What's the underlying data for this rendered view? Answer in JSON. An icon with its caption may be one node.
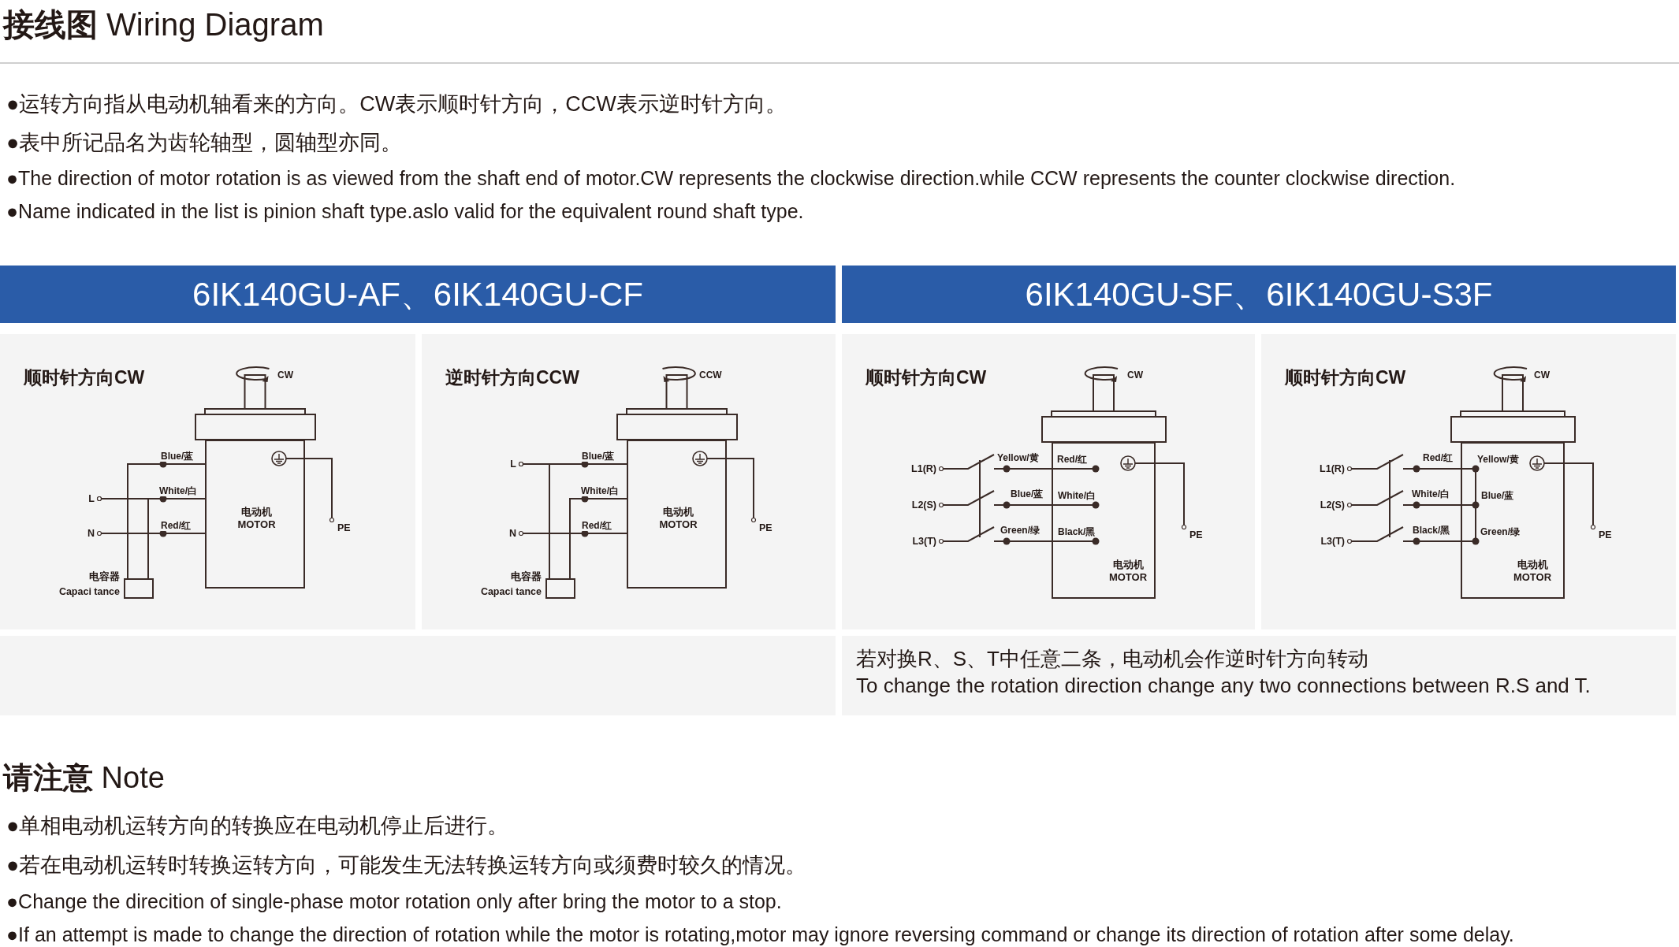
{
  "diagram": {
    "title": "**接线图** Wiring Diagram",
    "nodes": [
      {
        "text": [
          "6IK140GU-AF、6IK140GU-CF"
        ]
      },
      {
        "text": [
          "6IK140GU-SF、6IK140GU-S3F"
        ]
      },
      {
        "text": [
          "顺时针方向CW"
        ]
      },
      {
        "text": [
          "电动机 MOTOR"
        ],
        "in": 2
      },
      {
        "text": [
          "L"
        ],
        "in": 2
      },
      {
        "text": [
          "N"
        ],
        "in": 2
      },
      {
        "text": [],
        "shape": "box",
        "in": 2,
        "beside": [
          "电容器",
          "Capaci tance"
        ]
      },
      {
        "text": [
          "PE"
        ],
        "in": 2
      },
      {
        "text": [
          "逆时针方向CCW"
        ]
      },
      {
        "text": [
          "电动机 MOTOR"
        ],
        "in": 8
      },
      {
        "text": [
          "L"
        ],
        "in": 8
      },
      {
        "text": [
          "N"
        ],
        "in": 8
      },
      {
        "text": [],
        "shape": "box",
        "in": 8,
        "beside": [
          "电容器",
          "Capaci tance"
        ]
      },
      {
        "text": [
          "PE"
        ],
        "in": 8
      },
      {
        "text": [
          "顺时针方向CW"
        ]
      },
      {
        "text": [
          "Red/红",
          "White/白",
          "Black/黑",
          "电动机 MOTOR"
        ],
        "in": 14
      },
      {
        "text": [
          "L1(R)"
        ],
        "in": 14
      },
      {
        "text": [
          "L2(S)"
        ],
        "in": 14
      },
      {
        "text": [
          "L3(T)"
        ],
        "in": 14
      },
      {
        "text": [
          "PE"
        ],
        "in": 14
      },
      {
        "text": [
          "顺时针方向CW"
        ]
      },
      {
        "text": [
          "Yellow/黄",
          "Blue/蓝",
          "Green/绿",
          "电动机 MOTOR"
        ],
        "in": 20
      },
      {
        "text": [
          "L1(R)"
        ],
        "in": 20
      },
      {
        "text": [
          "L2(S)"
        ],
        "in": 20
      },
      {
        "text": [
          "L3(T)"
        ],
        "in": 20
      },
      {
        "text": [
          "PE"
        ],
        "in": 20
      },
      {
        "text": [
          "若对换R、S、T中任意二条，电动机会作逆时针方向转动",
          "To change the rotation direction change any two connections between R.S and T."
        ]
      }
    ],
    "edges": [
      {
        "from": 4,
        "to": 3,
        "arrow": "other",
        "label": "White/白"
      },
      {
        "from": 5,
        "to": 3,
        "arrow": "other",
        "label": "Red/红"
      },
      {
        "from": 6,
        "to": 3,
        "arrow": "none",
        "label": "Blue/蓝"
      },
      {
        "from": 6,
        "to": 4,
        "arrow": "other"
      },
      {
        "from": 3,
        "to": 7,
        "arrow": "other"
      },
      {
        "from": 10,
        "to": 9,
        "arrow": "other",
        "label": "Blue/蓝"
      },
      {
        "from": 12,
        "to": 10,
        "arrow": "other"
      },
      {
        "from": 12,
        "to": 9,
        "arrow": "none",
        "label": "White/白"
      },
      {
        "from": 11,
        "to": 9,
        "arrow": "other",
        "label": "Red/红"
      },
      {
        "from": 9,
        "to": 13,
        "arrow": "other"
      },
      {
        "from": 16,
        "to": 15,
        "arrow": "other",
        "label": "Yellow/黄"
      },
      {
        "from": 17,
        "to": 15,
        "arrow": "other",
        "label": "Blue/蓝"
      },
      {
        "from": 18,
        "to": 15,
        "arrow": "other",
        "label": "Green/绿"
      },
      {
        "from": 15,
        "to": 19,
        "arrow": "other"
      },
      {
        "from": 22,
        "to": 21,
        "arrow": "other",
        "label": "Red/红"
      },
      {
        "from": 23,
        "to": 21,
        "arrow": "other",
        "label": "White/白"
      },
      {
        "from": 24,
        "to": 21,
        "arrow": "other",
        "label": "Black/黑"
      },
      {
        "from": 21,
        "to": 25,
        "arrow": "other"
      }
    ],
    "labels": [
      "●运转方向指从电动机轴看来的方向。CW表示顺时针方向，CCW表示逆时针方向。",
      "●表中所记品名为齿轮轴型，圆轴型亦同。",
      "●The direction of motor rotation is as viewed from the shaft end of motor.CW represents the clockwise direction.while CCW represents the counter clockwise direction.",
      "●Name indicated in the list is pinion shaft type.aslo valid for the equivalent round shaft type.",
      "CW",
      "CCW",
      "CW",
      "CW",
      "**请注意** Note",
      "●单相电动机运转方向的转换应在电动机停止后进行。",
      "●若在电动机运转时转换运转方向，可能发生无法转换运转方向或须费时较久的情况。",
      "●Change the direcition of single-phase motor rotation only after bring the motor to a stop.",
      "●If an attempt is made to change the direction of rotation while the motor is rotating,motor may ignore reversing command or change its direction of rotation after some delay."
    ]
  }
}
